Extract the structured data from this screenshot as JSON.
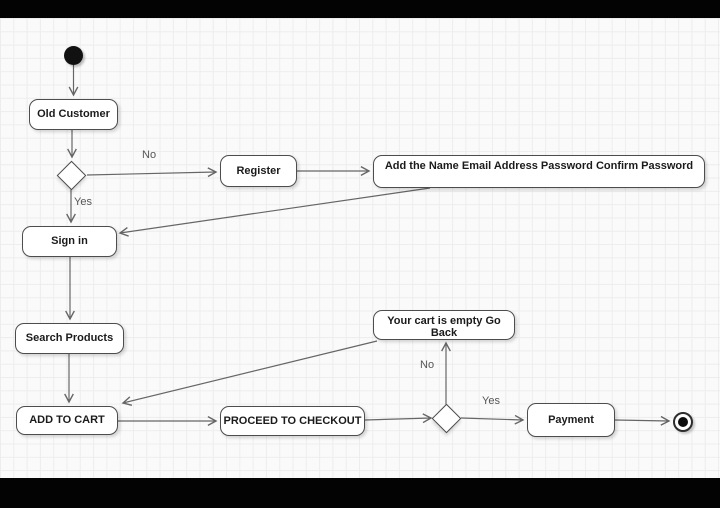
{
  "diagram": {
    "type": "uml-activity-diagram",
    "title_hint": "online shopping login and checkout flow",
    "nodes": {
      "old_customer": "Old Customer",
      "register": "Register",
      "add_details": "Add the Name Email Address Password Confirm Password",
      "sign_in": "Sign in",
      "search_products": "Search Products",
      "add_to_cart": "ADD TO CART",
      "proceed_to_checkout": "PROCEED TO CHECKOUT",
      "cart_empty": "Your cart is empty Go Back",
      "payment": "Payment"
    },
    "edge_labels": {
      "no_to_register": "No",
      "yes_to_sign_in": "Yes",
      "no_to_cart_empty": "No",
      "yes_to_payment": "Yes"
    },
    "colors": {
      "letterbox": "#000000",
      "canvas_bg": "#fafafa",
      "grid_line": "#ededed",
      "node_fill": "#ffffff",
      "node_border": "#4d4d4d",
      "node_text": "#1b1b1b",
      "edge": "#666666",
      "edge_label_text": "#565656",
      "start_end_fill": "#111111"
    }
  }
}
